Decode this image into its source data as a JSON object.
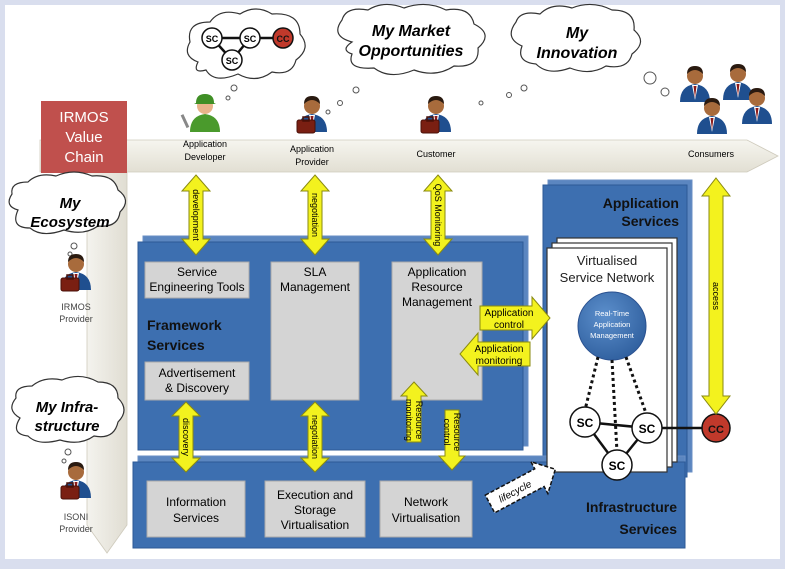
{
  "chain": {
    "title_lines": [
      "IRMOS",
      "Value",
      "Chain"
    ],
    "actors": {
      "developer": [
        "Application",
        "Developer"
      ],
      "provider": [
        "Application",
        "Provider"
      ],
      "customer": [
        "Customer"
      ],
      "consumers": [
        "Consumers"
      ],
      "irmos_provider": [
        "IRMOS",
        "Provider"
      ],
      "isoni_provider": [
        "ISONI",
        "Provider"
      ]
    }
  },
  "clouds": {
    "market": [
      "My Market",
      "Opportunities"
    ],
    "innovation": [
      "My",
      "Innovation"
    ],
    "ecosystem": [
      "My",
      "Ecosystem"
    ],
    "infrastructure": [
      "My Infra-",
      "structure"
    ]
  },
  "arrows": {
    "development": "development",
    "negotiation_top": "negotiation",
    "qos": "QoS Monitoring",
    "discovery": "discovery",
    "negotiation_bottom": "negotiation",
    "resource_monitoring": [
      "Resource",
      "monitoring"
    ],
    "resource_control": [
      "Resource",
      "control"
    ],
    "access": "access",
    "app_control": [
      "Application",
      "control"
    ],
    "app_monitoring": [
      "Application",
      "monitoring"
    ],
    "lifecycle": "lifecycle"
  },
  "framework": {
    "title": [
      "Framework",
      "Services"
    ],
    "boxes": {
      "set": [
        "Service",
        "Engineering Tools"
      ],
      "sla": [
        "SLA",
        "Management"
      ],
      "arm": [
        "Application",
        "Resource",
        "Management"
      ],
      "adv": [
        "Advertisement",
        "& Discovery"
      ]
    }
  },
  "infrastructure": {
    "title": [
      "Infrastructure",
      "Services"
    ],
    "boxes": {
      "info": [
        "Information",
        "Services"
      ],
      "exec": [
        "Execution and",
        "Storage",
        "Virtualisation"
      ],
      "net": [
        "Network",
        "Virtualisation"
      ]
    }
  },
  "application": {
    "title": [
      "Application",
      "Services"
    ],
    "vsn": [
      "Virtualised",
      "Service Network"
    ],
    "rtam": [
      "Real-Time",
      "Application",
      "Management"
    ]
  },
  "nodes": {
    "sc": "SC",
    "cc": "CC"
  },
  "colors": {
    "blue": "#3d6fb0",
    "yellow": "#f3f21e",
    "gray_box": "#d4d4d4",
    "irmos_red": "#c0504d",
    "cc_red": "#c0392b"
  }
}
